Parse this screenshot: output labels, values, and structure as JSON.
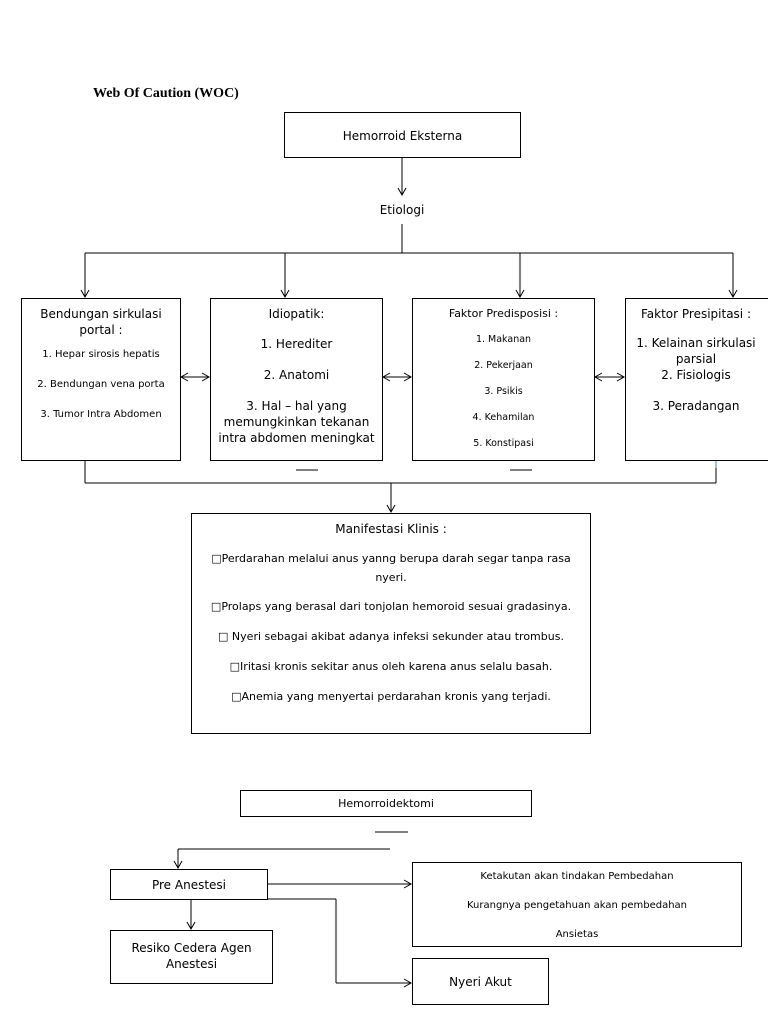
{
  "title": "Web Of Caution (WOC)",
  "main_box": "Hemorroid Eksterna",
  "etiologi": "Etiologi",
  "bendungan": {
    "title_line1": "Bendungan sirkulasi",
    "title_line2": "portal :",
    "items": [
      "1. Hepar sirosis hepatis",
      "2. Bendungan vena porta",
      "3. Tumor Intra Abdomen"
    ]
  },
  "idiopatik": {
    "title": "Idiopatik:",
    "items": [
      "1. Herediter",
      "2. Anatomi",
      "3. Hal – hal yang",
      "memungkinkan tekanan",
      "intra abdomen meningkat"
    ]
  },
  "predisposisi": {
    "title": "Faktor Predisposisi :",
    "items": [
      "1. Makanan",
      "2. Pekerjaan",
      "3. Psikis",
      "4. Kehamilan",
      "5. Konstipasi"
    ]
  },
  "presipitasi": {
    "title": "Faktor Presipitasi :",
    "items": [
      "1. Kelainan sirkulasi",
      "parsial",
      "2. Fisiologis",
      "3. Peradangan"
    ]
  },
  "manifestasi": {
    "title": "Manifestasi Klinis :",
    "items": [
      "Perdarahan melalui anus yanng berupa darah segar tanpa rasa",
      "nyeri.",
      "Prolaps yang berasal dari tonjolan hemoroid sesuai gradasinya.",
      " Nyeri sebagai akibat adanya infeksi sekunder atau trombus.",
      "Iritasi kronis sekitar anus oleh karena anus selalu basah.",
      "Anemia yang menyertai perdarahan kronis yang terjadi."
    ],
    "bullet": "□"
  },
  "hemorroidektomi": "Hemorroidektomi",
  "pre_anestesi": "Pre Anestesi",
  "ketakutan": {
    "line1": "Ketakutan akan tindakan Pembedahan",
    "line2": "Kurangnya pengetahuan akan pembedahan",
    "line3": "Ansietas"
  },
  "resiko": {
    "line1": "Resiko Cedera Agen",
    "line2": "Anestesi"
  },
  "nyeri_akut": "Nyeri Akut"
}
